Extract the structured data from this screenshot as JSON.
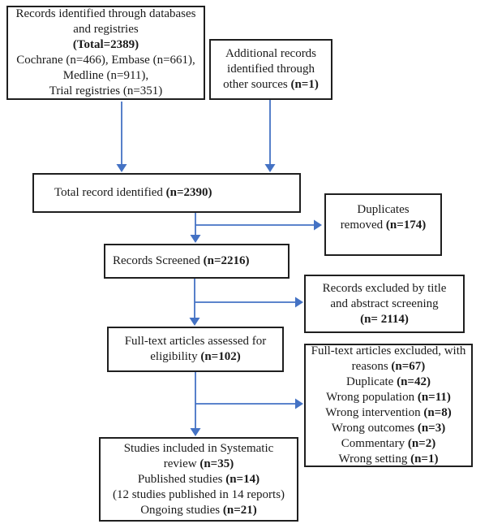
{
  "colors": {
    "arrow": "#4472C4",
    "box_border": "#1f1f1f",
    "text": "#1a1a1a",
    "background": "#ffffff"
  },
  "diagram": {
    "type": "prisma-flowchart",
    "boxes": {
      "identification": {
        "lines": [
          {
            "pre": "Records identified through databases"
          },
          {
            "pre": "and registries"
          },
          {
            "bold": "(Total=2389)"
          },
          {
            "pre": "Cochrane (n=466), Embase (n=661),"
          },
          {
            "pre": "Medline (n=911),"
          },
          {
            "pre": "Trial registries (n=351)"
          }
        ]
      },
      "other_sources": {
        "lines": [
          {
            "pre": "Additional records"
          },
          {
            "pre": "identified through"
          },
          {
            "pre": "other sources ",
            "bold": "(n=1)"
          }
        ]
      },
      "total_identified": {
        "lines": [
          {
            "pre": "Total record identified  ",
            "bold": "(n=2390)"
          }
        ]
      },
      "duplicates_removed": {
        "lines": [
          {
            "pre": "Duplicates"
          },
          {
            "pre": "removed ",
            "bold": "(n=174)"
          }
        ]
      },
      "records_screened": {
        "lines": [
          {
            "pre": "Records Screened ",
            "bold": "(n=2216)"
          }
        ]
      },
      "excluded_title_abstract": {
        "lines": [
          {
            "pre": "Records excluded by title"
          },
          {
            "pre": "and abstract screening"
          },
          {
            "bold": "(n= 2114)"
          }
        ]
      },
      "fulltext_assessed": {
        "lines": [
          {
            "pre": "Full-text articles assessed for"
          },
          {
            "pre": "eligibility ",
            "bold": "(n=102)"
          }
        ]
      },
      "fulltext_excluded": {
        "lines": [
          {
            "pre": "Full-text articles excluded, with"
          },
          {
            "pre": "reasons ",
            "bold": "(n=67)"
          },
          {
            "pre": "Duplicate ",
            "bold": "(n=42)"
          },
          {
            "pre": "Wrong population ",
            "bold": "(n=11)"
          },
          {
            "pre": "Wrong intervention ",
            "bold": "(n=8)"
          },
          {
            "pre": "Wrong outcomes ",
            "bold": "(n=3)"
          },
          {
            "pre": "Commentary ",
            "bold": "(n=2)"
          },
          {
            "pre": "Wrong setting ",
            "bold": "(n=1)"
          }
        ]
      },
      "included": {
        "lines": [
          {
            "pre": "Studies included in Systematic"
          },
          {
            "pre": "review ",
            "bold": "(n=35)"
          },
          {
            "pre": "Published studies ",
            "bold": "(n=14)"
          },
          {
            "pre": "(12 studies published in 14 reports)"
          },
          {
            "pre": "Ongoing studies ",
            "bold": "(n=21)"
          }
        ]
      }
    }
  }
}
